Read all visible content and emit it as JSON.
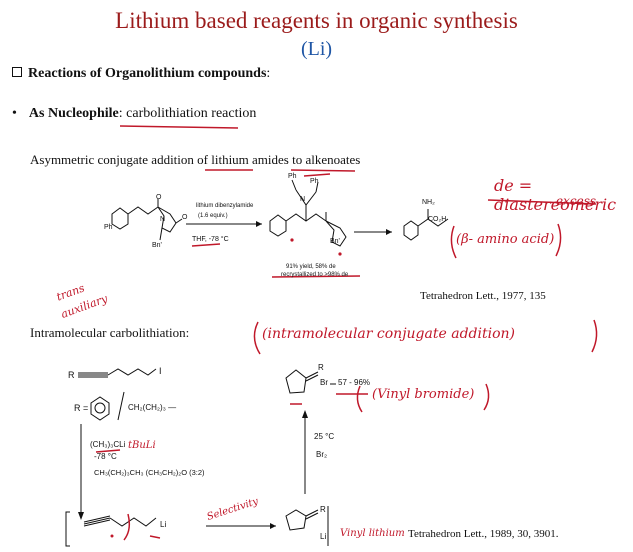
{
  "slide": {
    "title": "Lithium based reagents in organic synthesis",
    "subtitle": "(Li)",
    "bullet1": "Reactions of Organolithium compounds",
    "bullet1_suffix": ":",
    "bullet2_bold": "As Nucleophile",
    "bullet2_rest": ": carbolithiation reaction",
    "section1": "Asymmetric conjugate addition of lithium amides to alkenoates",
    "section2": "Intramolecular carbolithiation:"
  },
  "scheme1": {
    "reagent1": "lithium dibenzylamide",
    "reagent2": "(1.6 equiv.)",
    "conditions": "THF, -78 °C",
    "yield": "91% yield, 58% de",
    "recryst": "recrystallized to >98% de",
    "bn": "Bn'",
    "bn2": "Bn'",
    "o1": "O",
    "n1": "N",
    "o2": "O",
    "ph": "Ph",
    "ph2": "Ph",
    "ph3": "Ph",
    "n2": "N",
    "nh2": "NH₂",
    "co2h": "CO₂H",
    "reference": "Tetrahedron Lett., 1977, 135"
  },
  "scheme2": {
    "r_label": "R",
    "i_label": "I",
    "r_eq": "R =",
    "alkyl": "CH₂(CH₂)₃ —",
    "tbuli": "(CH₃)₃CLi",
    "temp": "-78 °C",
    "solvent": "CH₃(CH₂)₃CH₃  (CH₃CH₂)₂O (3:2)",
    "li_label": "Li",
    "product_r": "R",
    "product_br": "Br",
    "yield": "57 - 96%",
    "cond_temp": "25 °C",
    "cond_br": "Br₂",
    "lower_r": "R",
    "lower_li": "Li",
    "reference": "Tetrahedron Lett., 1989, 30, 3901."
  },
  "annotations": {
    "de_def": "de = diastereomeric",
    "de_def2": "excess",
    "beta": "(β- amino acid)",
    "intramolecular": "(intramolecular conjugate addition)",
    "vinyl_bromide": "(Vinyl bromide)",
    "trans_auxiliary": "trans",
    "trans_auxiliary2": "auxiliary",
    "tbuli_note": "tBuLi",
    "selectivity": "Selectivity",
    "vinyl_lithium": "Vinyl lithium"
  }
}
